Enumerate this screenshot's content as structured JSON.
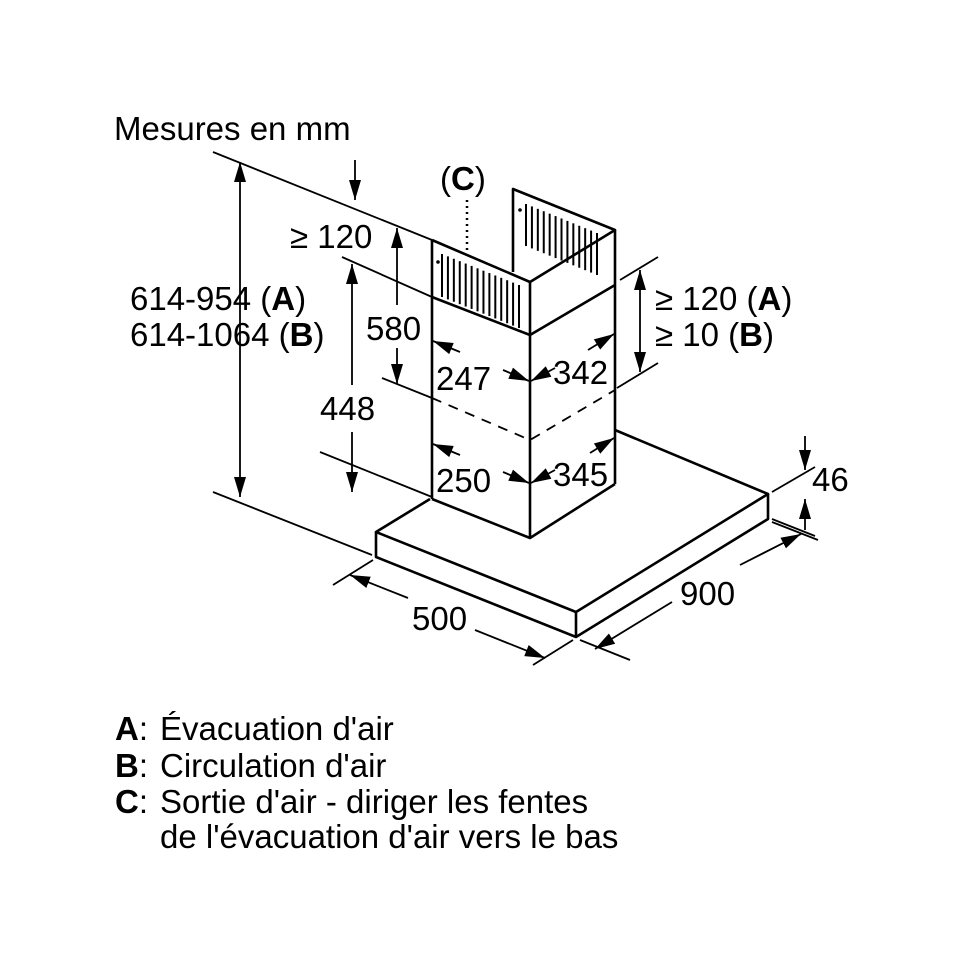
{
  "title": "Mesures en mm",
  "labels": {
    "c_marker": {
      "open": "(",
      "letter": "C",
      "close": ")"
    },
    "height_total_a": {
      "value": "614-954 (",
      "letter": "A",
      "close": ")"
    },
    "height_total_b": {
      "value": "614-1064 (",
      "letter": "B",
      "close": ")"
    },
    "top_clearance": "≥ 120",
    "chimney_upper": "580",
    "chimney_lower": "448",
    "right_clearance_a": {
      "value": "≥ 120 (",
      "letter": "A",
      "close": ")"
    },
    "right_clearance_b": {
      "value": "≥ 10 (",
      "letter": "B",
      "close": ")"
    },
    "upper_width": "247",
    "upper_depth": "342",
    "lower_width": "250",
    "lower_depth": "345",
    "canopy_height": "46",
    "canopy_width": "900",
    "canopy_depth": "500"
  },
  "legend": [
    {
      "key": "A",
      "sep": ":",
      "text": "Évacuation d'air"
    },
    {
      "key": "B",
      "sep": ":",
      "text": "Circulation d'air"
    },
    {
      "key": "C",
      "sep": ":",
      "text": "Sortie d'air - diriger les fentes",
      "text2": "de l'évacuation d'air vers le bas"
    }
  ]
}
